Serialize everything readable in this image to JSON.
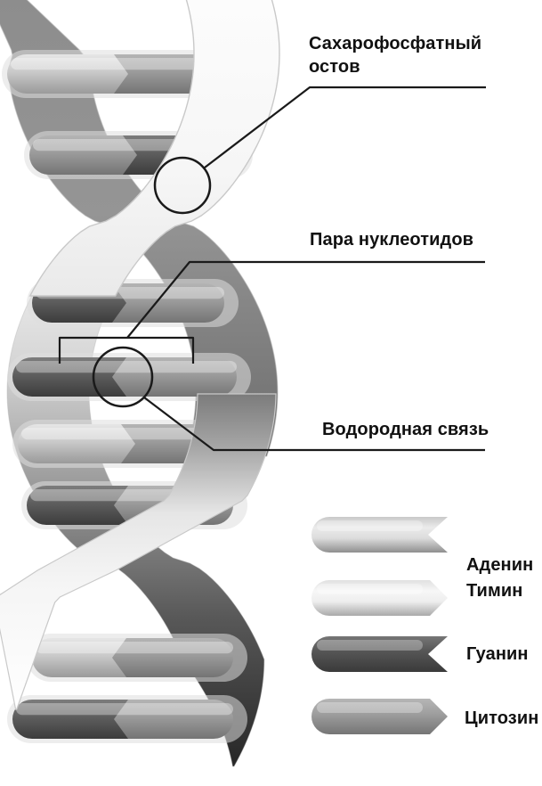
{
  "diagram": {
    "labels": {
      "backbone": "Сахарофосфатный остов",
      "nucleotide_pair": "Пара нуклеотидов",
      "hydrogen_bond": "Водородная связь"
    },
    "legend": {
      "items": [
        {
          "id": "adenine",
          "label": "Аденин",
          "end": "notch",
          "tone": "leg_light",
          "color": "#d9d9d9"
        },
        {
          "id": "thymine",
          "label": "Тимин",
          "end": "point",
          "tone": "leg_lighter",
          "color": "#efefef"
        },
        {
          "id": "guanine",
          "label": "Гуанин",
          "end": "notch",
          "tone": "leg_dark",
          "color": "#555555"
        },
        {
          "id": "cytosine",
          "label": "Цитозин",
          "end": "point",
          "tone": "leg_medium",
          "color": "#9e9e9e"
        }
      ]
    },
    "colors": {
      "ink": "#1a1a1a",
      "background": "#ffffff",
      "strand_light": "#f4f4f4",
      "strand_dark": "#777777",
      "rung_light": "#cfcfcf",
      "rung_medium": "#9c9c9c",
      "rung_dark": "#5e5e5e",
      "sheath": "#dedede"
    }
  }
}
